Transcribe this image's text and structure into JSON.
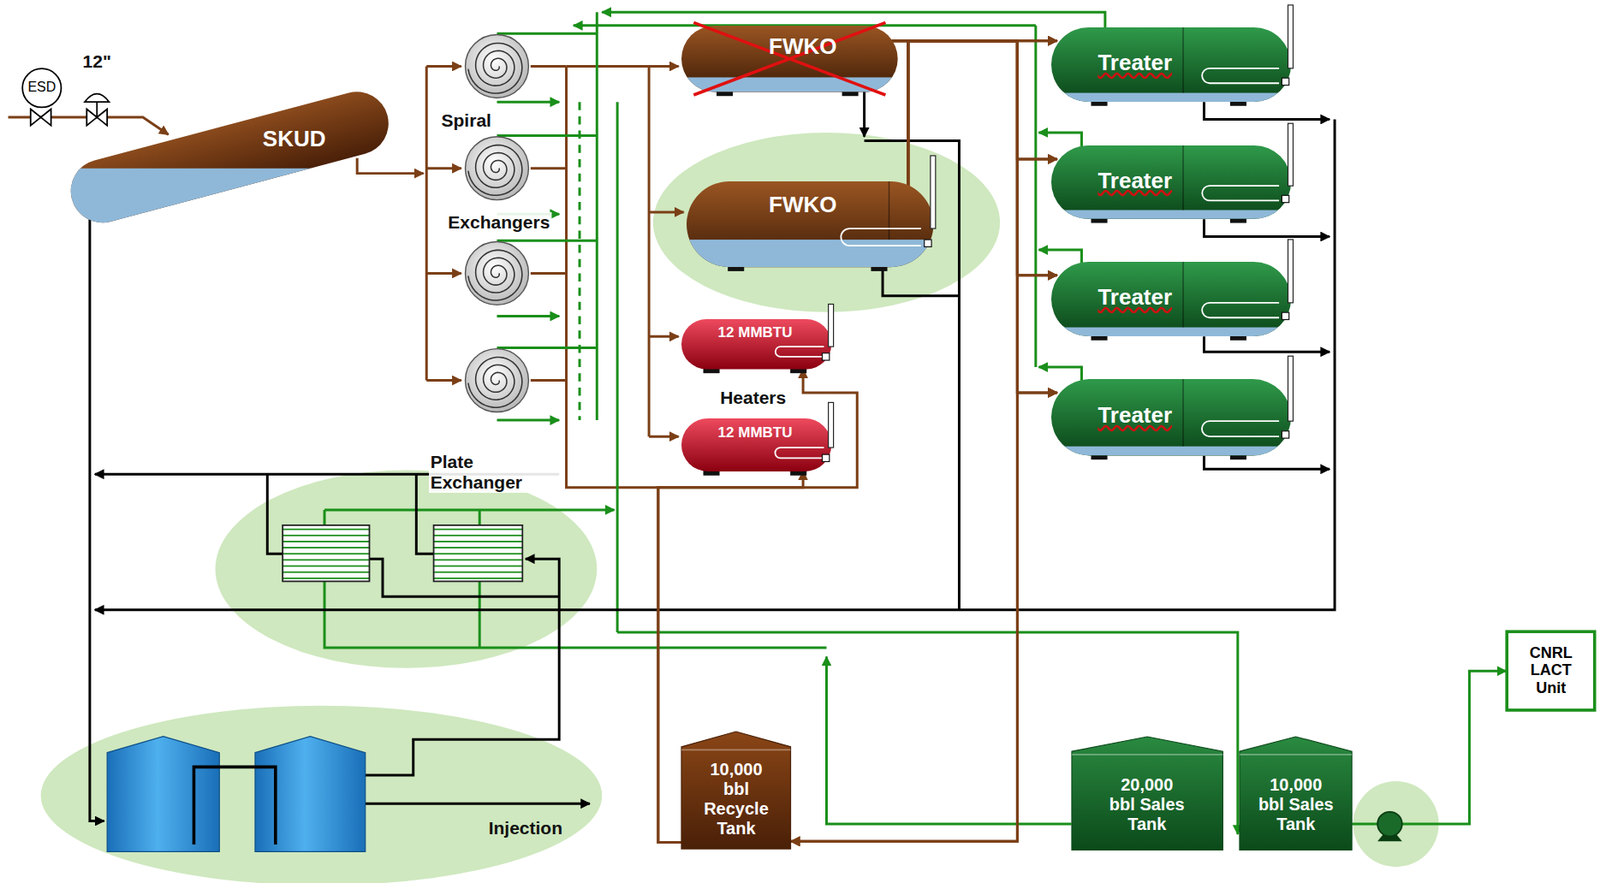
{
  "diagram": {
    "nodes": [
      {
        "text": [
          "ESD"
        ]
      },
      {
        "text": [
          "SKUD"
        ]
      },
      {
        "text": [
          "FWKO"
        ]
      },
      {
        "text": [
          "FWKO"
        ]
      },
      {
        "text": [
          "12 MMBTU"
        ]
      },
      {
        "text": [
          "12 MMBTU"
        ]
      },
      {
        "text": [
          "Treater"
        ]
      },
      {
        "text": [
          "Treater"
        ]
      },
      {
        "text": [
          "Treater"
        ]
      },
      {
        "text": [
          "Treater"
        ]
      },
      {
        "text": [
          "CNRL LACT Unit"
        ]
      },
      {
        "text": [
          "10,000 bbl Recycle Tank"
        ]
      },
      {
        "text": [
          "20,000 bbl Sales Tank"
        ]
      },
      {
        "text": [
          "10,000 bbl Sales Tank"
        ]
      }
    ],
    "edges": [
      {
        "from": 2,
        "to": 6,
        "arrow": "to"
      },
      {
        "from": 2,
        "to": 7,
        "arrow": "to"
      },
      {
        "from": 2,
        "to": 8,
        "arrow": "to"
      },
      {
        "from": 2,
        "to": 9,
        "arrow": "to"
      },
      {
        "from": 3,
        "to": 6,
        "arrow": "to"
      },
      {
        "from": 3,
        "to": 7,
        "arrow": "to"
      },
      {
        "from": 3,
        "to": 8,
        "arrow": "to"
      },
      {
        "from": 3,
        "to": 9,
        "arrow": "to"
      },
      {
        "from": 2,
        "to": 11,
        "arrow": "to"
      },
      {
        "from": 3,
        "to": 11,
        "arrow": "to"
      },
      {
        "from": 11,
        "to": 4,
        "arrow": "to"
      },
      {
        "from": 11,
        "to": 5,
        "arrow": "to"
      },
      {
        "from": 13,
        "to": 10,
        "arrow": "to"
      }
    ],
    "labels": [
      "12\"",
      "Spiral",
      "Exchangers",
      "Plate Exchanger",
      "Heaters",
      "Injection"
    ]
  }
}
